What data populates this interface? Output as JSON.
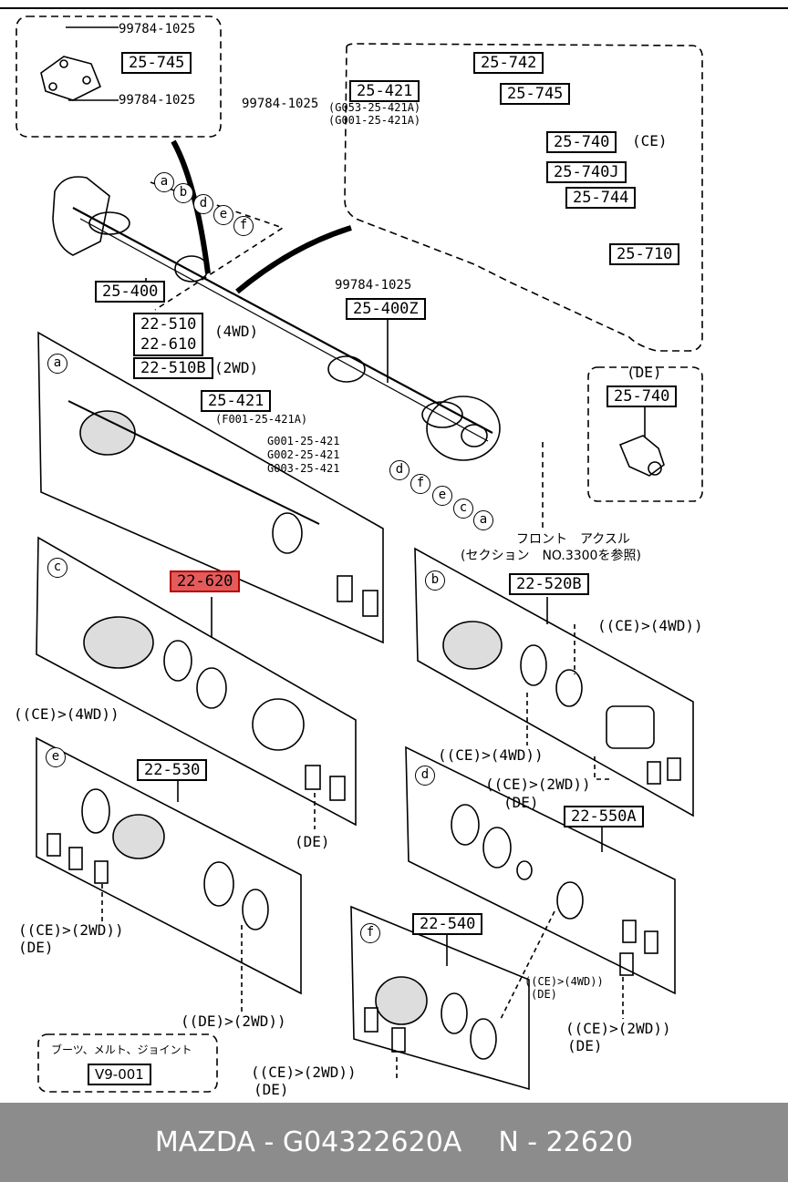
{
  "labels": {
    "tl_bolt_top": "99784-1025",
    "tl_part": "25-745",
    "tl_bolt_bottom": "99784-1025",
    "bolt_top": "99784-1025",
    "bolt_mid": "99784-1025",
    "p25742": "25-742",
    "p25421_top": "25-421",
    "g053": "(G053-25-421A)",
    "g001_top": "(G001-25-421A)",
    "p25745": "25-745",
    "p25740": "25-740",
    "ce_25740": "(CE)",
    "p25740j": "25-740J",
    "p25744": "25-744",
    "p25710": "25-710",
    "p25400": "25-400",
    "p25400z": "25-400Z",
    "p22510": "22-510",
    "p22610": "22-610",
    "p22510b": "22-510B",
    "wd4": "(4WD)",
    "wd2": "(2WD)",
    "p25421_mid": "25-421",
    "f001": "(F001-25-421A)",
    "g001": "G001-25-421",
    "g002": "G002-25-421",
    "g003": "G003-25-421",
    "de_label": "(DE)",
    "de_25740": "25-740",
    "front_axle_1": "フロント　アクスル",
    "front_axle_2": "(セクション　NO.3300を参照)",
    "p22620": "22-620",
    "p22520b": "22-520B",
    "ce4wd_b": "((CE)>(4WD))",
    "ce4wd_c": "((CE)>(4WD))",
    "ce4wd_b2": "((CE)>(4WD))",
    "ce2wd_b": "((CE)>(2WD))",
    "de_b": "(DE)",
    "de_c": "(DE)",
    "p22530": "22-530",
    "p22550a": "22-550A",
    "ce2wd_e": "((CE)>(2WD))",
    "de_e": "(DE)",
    "de2wd_e": "((DE)>(2WD))",
    "p22540": "22-540",
    "ce4wd_f": "((CE)>(4WD))",
    "de_f": "(DE)",
    "ce2wd_d": "((CE)>(2WD))",
    "de_d": "(DE)",
    "ce2wd_f": "((CE)>(2WD))",
    "de_f2": "(DE)",
    "legend_title": "ブーツ、メルト、ジョイント",
    "legend_code": "V9-001"
  },
  "letters": {
    "a": "a",
    "b": "b",
    "c": "c",
    "d": "d",
    "e": "e",
    "f": "f"
  },
  "footer": {
    "brand_part": "MAZDA - G04322620A",
    "number": "N - 22620"
  },
  "colors": {
    "highlight": "#e35b5b",
    "footer_bg": "#8c8c8c",
    "footer_text": "#ffffff"
  }
}
